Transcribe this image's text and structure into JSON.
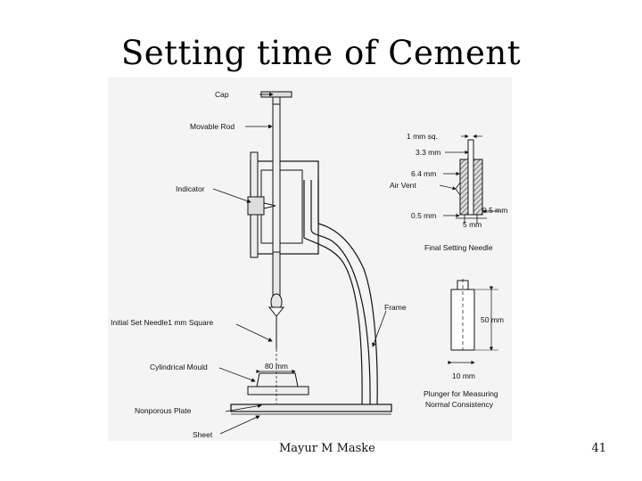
{
  "title": "Setting time of Cement",
  "diagram": {
    "labels": {
      "cap": "Cap",
      "movable_rod": "Movable Rod",
      "indicator": "Indicator",
      "initial_needle": "Initial Set Needle1 mm Square",
      "cylindrical_mould": "Cylindrical Mould",
      "nonporous_plate": "Nonporous Plate",
      "sheet": "Sheet",
      "frame": "Frame",
      "mould_dim": "80 mm",
      "sq_1mm": "1 mm sq.",
      "dim_3_3": "3.3 mm",
      "dim_6_4": "6.4 mm",
      "air_vent": "Air Vent",
      "dim_0_5_left": "0.5 mm",
      "dim_5": "5 mm",
      "dim_0_5_right": "0.5 mm",
      "final_needle": "Final Setting Needle",
      "dim_50": "50 mm",
      "dim_10": "10 mm",
      "plunger_line1": "Plunger for Measuring",
      "plunger_line2": "Normal Consistency"
    }
  },
  "footer": {
    "author": "Mayur M Maske",
    "page": "41"
  }
}
